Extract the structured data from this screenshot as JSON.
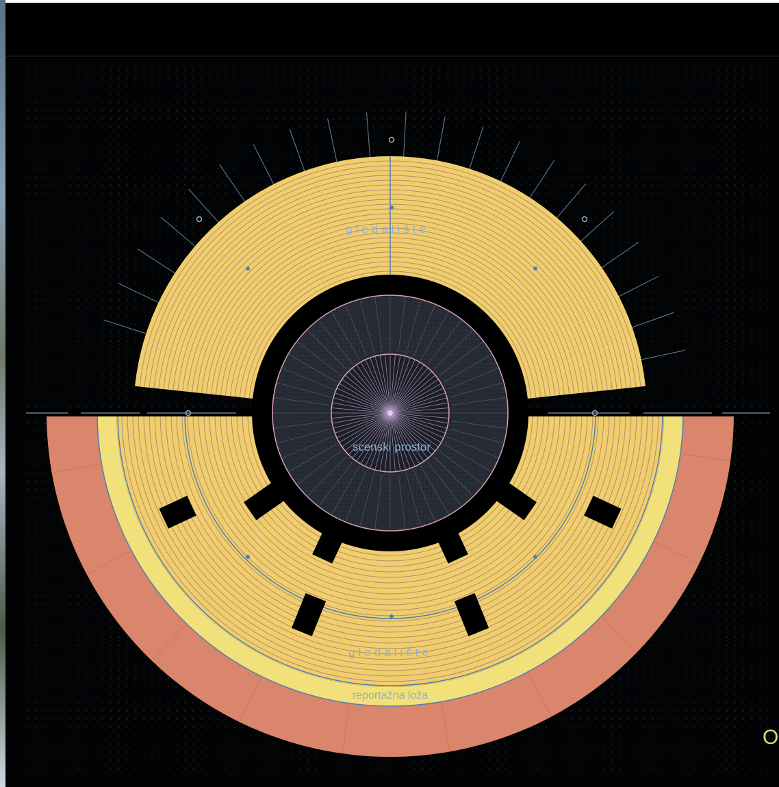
{
  "labels": {
    "upper_seating": "gledalište",
    "lower_seating": "gledalište",
    "stage": "scenski prostor",
    "press_box": "reportažna loža",
    "edge_glyph": "O"
  },
  "colors": {
    "background": "#020304",
    "seating_fill": "#f0ce6e",
    "seating_row_lines": "#b58a6a",
    "press_box_fill": "#d9866c",
    "outer_ring_fill": "#f2e07a",
    "stage_disc": "#262a34",
    "stage_circles": "#d9a0b0",
    "accent_blue": "#4f7fae",
    "label_color": "#8fb0d8",
    "glyph_color": "#e6d97a"
  },
  "icons": {
    "marker": "circle-node-icon",
    "centre": "centre-point-icon"
  }
}
